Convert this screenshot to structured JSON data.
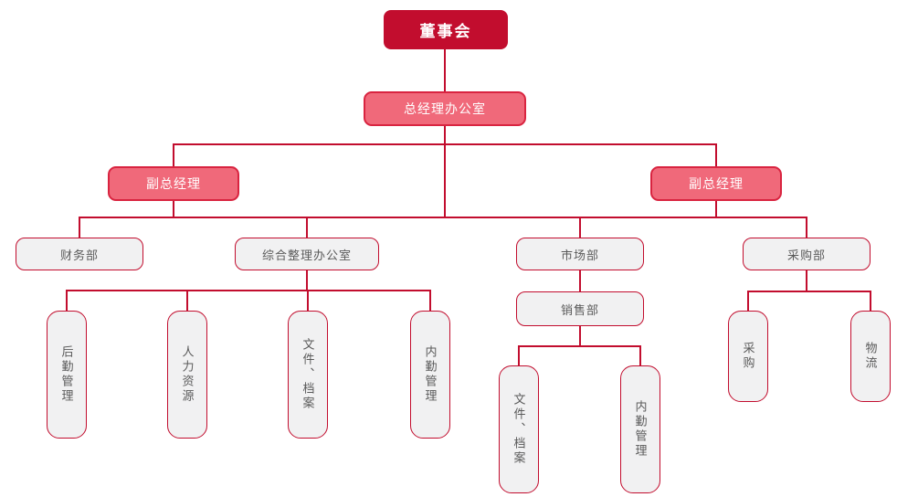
{
  "diagram": {
    "type": "org-chart",
    "colors": {
      "root_fill": "#c20d2e",
      "root_text": "#ffffff",
      "manager_fill": "#f0697a",
      "manager_border": "#d92440",
      "manager_text": "#ffffff",
      "dept_fill": "#f1f1f2",
      "dept_border": "#c20d2e",
      "dept_text": "#5a5a5a",
      "line": "#c20d2e"
    },
    "nodes": {
      "board": "董事会",
      "gm_office": "总经理办公室",
      "deputy_gm_left": "副总经理",
      "deputy_gm_right": "副总经理",
      "finance": "财务部",
      "admin_office": "综合整理办公室",
      "marketing": "市场部",
      "purchasing_dept": "采购部",
      "sales": "销售部",
      "logistics_mgmt": "后勤管理",
      "hr": "人力资源",
      "files_archives_admin": "文件、档案",
      "internal_mgmt_admin": "内勤管理",
      "files_archives_sales": "文件、档案",
      "internal_mgmt_sales": "内勤管理",
      "procurement": "采购",
      "logistics": "物流"
    },
    "hierarchy": [
      {
        "parent": "董事会",
        "children": [
          "总经理办公室"
        ]
      },
      {
        "parent": "总经理办公室",
        "children": [
          "副总经理",
          "副总经理",
          "财务部",
          "综合整理办公室",
          "市场部",
          "采购部"
        ]
      },
      {
        "parent": "综合整理办公室",
        "children": [
          "后勤管理",
          "人力资源",
          "文件、档案",
          "内勤管理"
        ]
      },
      {
        "parent": "市场部",
        "children": [
          "销售部"
        ]
      },
      {
        "parent": "销售部",
        "children": [
          "文件、档案",
          "内勤管理"
        ]
      },
      {
        "parent": "采购部",
        "children": [
          "采购",
          "物流"
        ]
      }
    ]
  }
}
